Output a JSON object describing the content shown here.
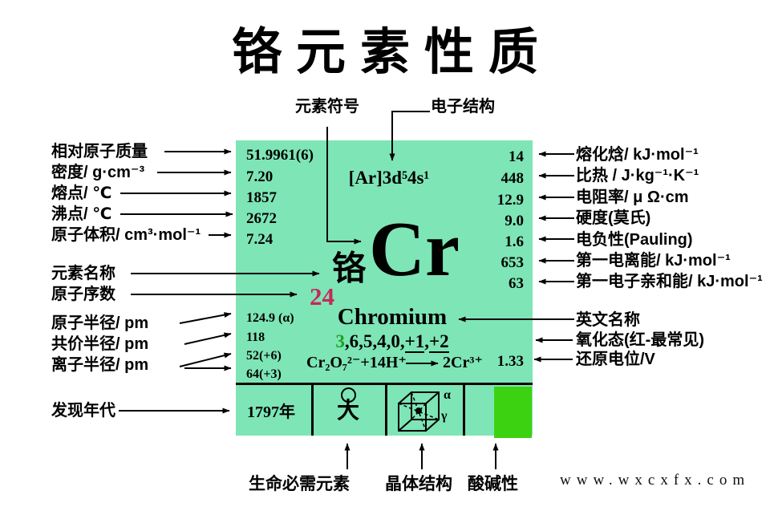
{
  "title": "铬元素性质",
  "watermark": "www.wxcxfx.com",
  "colors": {
    "card_bg": "#7ee5b6",
    "acid_base": "#3cd211",
    "atomic_number": "#c32a5c",
    "common_oxidation": "#1da221"
  },
  "top_labels": {
    "symbol": "元素符号",
    "electron": "电子结构"
  },
  "left_panel": {
    "labels": [
      "相对原子质量",
      "密度/ g·cm⁻³",
      "熔点/ ℃",
      "沸点/ ℃",
      "原子体积/ cm³·mol⁻¹"
    ],
    "name_label": "元素名称",
    "number_label": "原子序数",
    "radius_labels": [
      "原子半径/ pm",
      "共价半径/ pm",
      "离子半径/ pm"
    ],
    "discovery_label": "发现年代"
  },
  "right_panel": {
    "labels": [
      "熔化焓/ kJ·mol⁻¹",
      "比热 / J·kg⁻¹·K⁻¹",
      "电阻率/ μ Ω·cm",
      "硬度(莫氏)",
      "电负性(Pauling)",
      "第一电离能/ kJ·mol⁻¹",
      "第一电子亲和能/ kJ·mol⁻¹"
    ],
    "english_name_label": "英文名称",
    "oxidation_label": "氧化态(红-最常见)",
    "redox_label": "还原电位/V"
  },
  "card": {
    "left_values": [
      "51.9961(6)",
      "7.20",
      "1857",
      "2672",
      "7.24"
    ],
    "right_values": [
      "14",
      "448",
      "12.9",
      "9.0",
      "1.6",
      "653",
      "63"
    ],
    "electron_config": "[Ar]3d⁵4s¹",
    "name_cn": "铬",
    "symbol": "Cr",
    "atomic_number": "24",
    "radius_values": [
      "124.9 (α)",
      "118",
      "52(+6)",
      "64(+3)"
    ],
    "name_en": "Chromium",
    "oxidation_common": "3",
    "oxidation_rest": ",6,5,4,0,",
    "oxidation_u1": "+1",
    "oxidation_sep": ",",
    "oxidation_u2": "+2",
    "equation_left": "Cr₂O₇²⁻+14H⁺",
    "equation_right": "2Cr³⁺",
    "redox_value": "1.33",
    "discovery_value": "1797年",
    "life_symbol": "大",
    "crystal_alpha": "α",
    "crystal_gamma": "γ"
  },
  "bottom_labels": {
    "life": "生命必需元素",
    "crystal": "晶体结构",
    "acid_base": "酸碱性"
  }
}
